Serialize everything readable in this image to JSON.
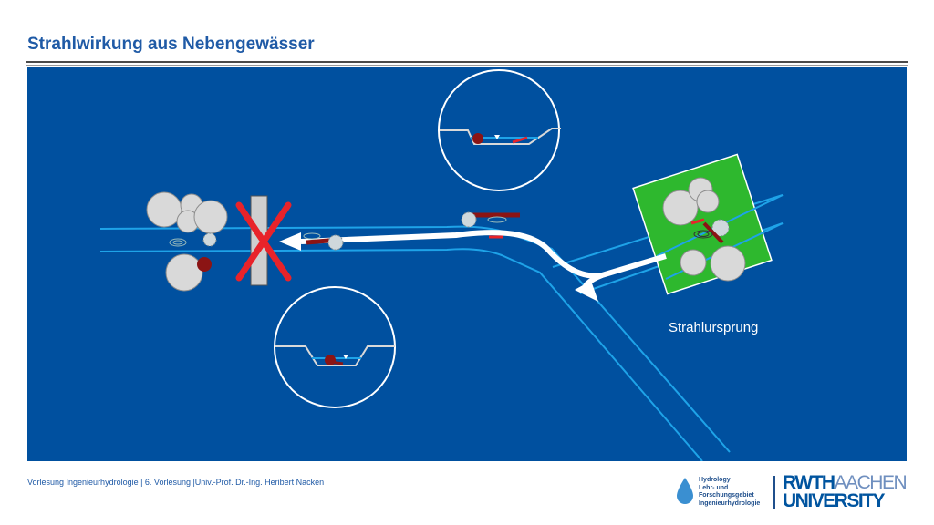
{
  "slide": {
    "title": "Strahlwirkung aus Nebengewässer",
    "footer": "Vorlesung Ingenieurhydrologie | 6. Vorlesung |Univ.-Prof. Dr.-Ing. Heribert Nacken"
  },
  "diagram": {
    "source_label": "Strahlursprung"
  },
  "logos": {
    "hydro_lines": [
      "Hydrology",
      "Lehr- und",
      "Forschungsgebiet",
      "Ingenieurhydrologie"
    ],
    "rwth_bold_1": "RWTH",
    "rwth_light_1": "AACHEN",
    "rwth_bold_2": "UNIVERSITY"
  },
  "colors": {
    "background": "#00509f",
    "river": "#1ea3e8",
    "source_area": "#2eb82e",
    "blocked_x": "#e8232a",
    "dark_red": "#8b1414"
  }
}
